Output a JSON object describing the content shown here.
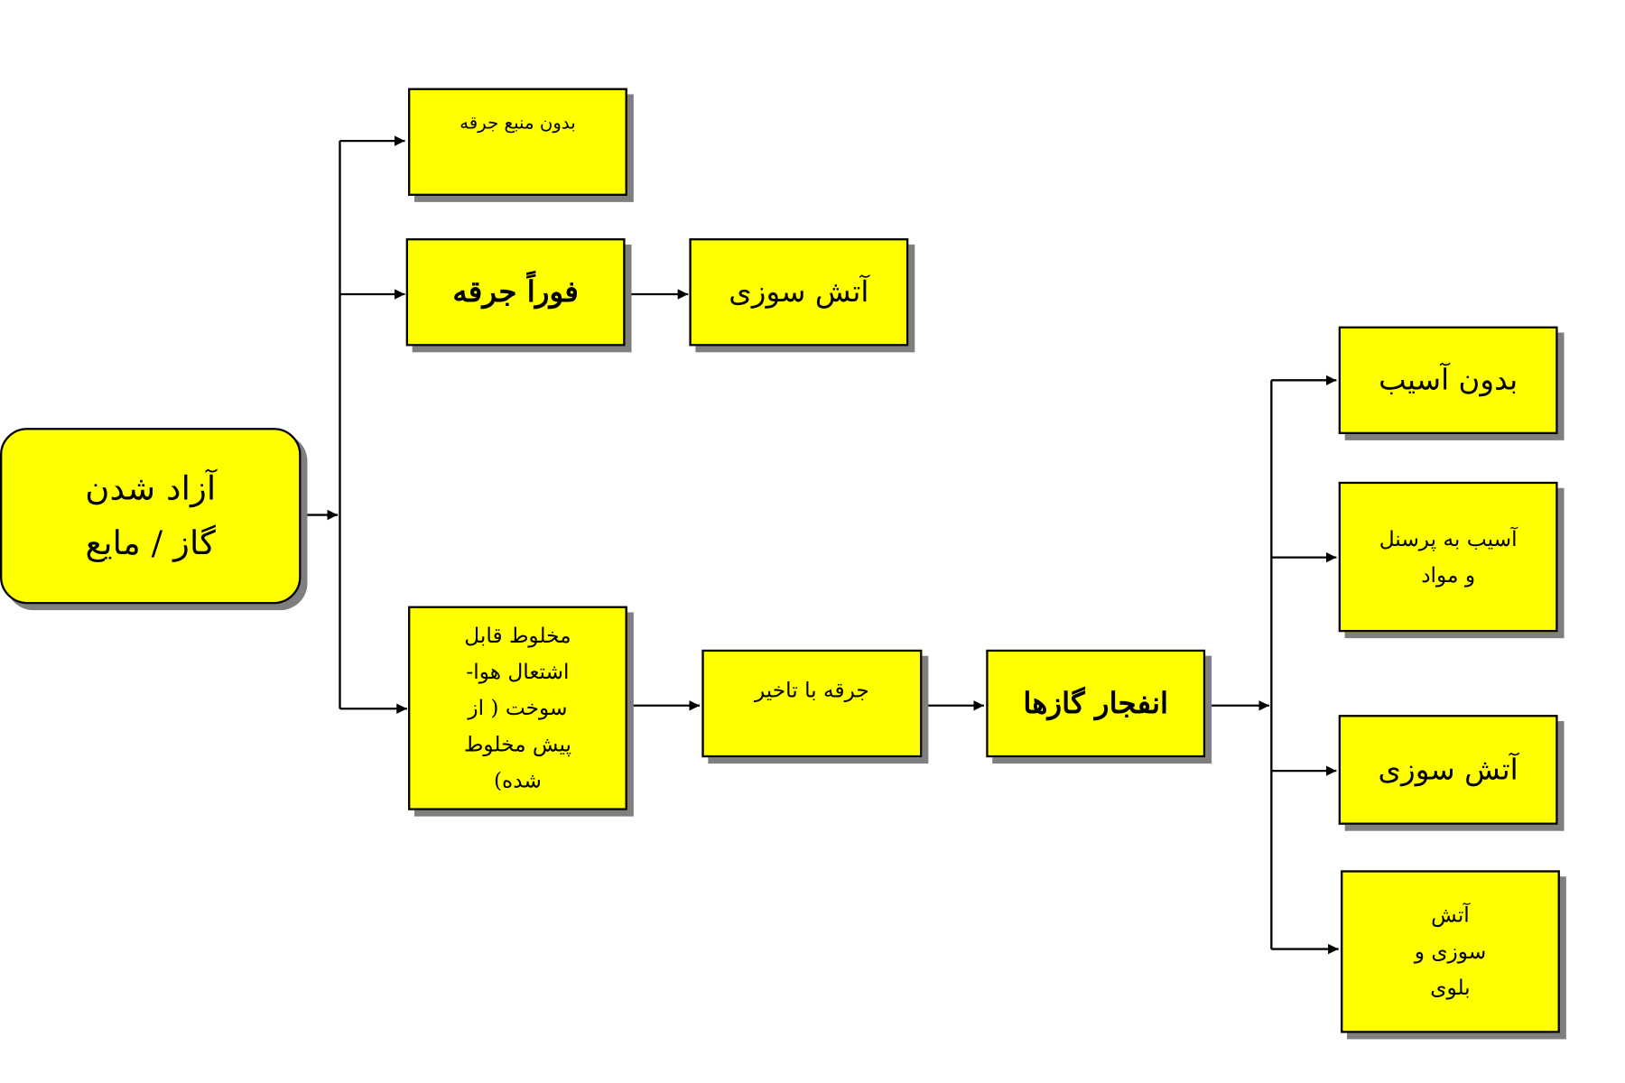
{
  "nodes": {
    "release": "آزاد شدن گاز / مایع",
    "no_ignition_source": "بدون منبع جرقه",
    "immediate_ignition": "فوراً جرقه",
    "fire_top": "آتش سوزی",
    "premixed_mixture": "مخلوط قابل اشتعال هوا-سوخت ( از پیش مخلوط شده)",
    "delayed_ignition": "جرقه با تاخیر",
    "gas_explosion": "انفجار گازها",
    "no_damage": "بدون آسیب",
    "damage_personnel_materials": "آسیب به پرسنل و مواد",
    "fire": "آتش سوزی",
    "fire_and_bleve": "آتش سوزی و بلوی"
  },
  "colors": {
    "box_fill": "#ffff00",
    "box_border": "#000000",
    "box_shadow": "#7f7f7f",
    "connector": "#000000"
  }
}
